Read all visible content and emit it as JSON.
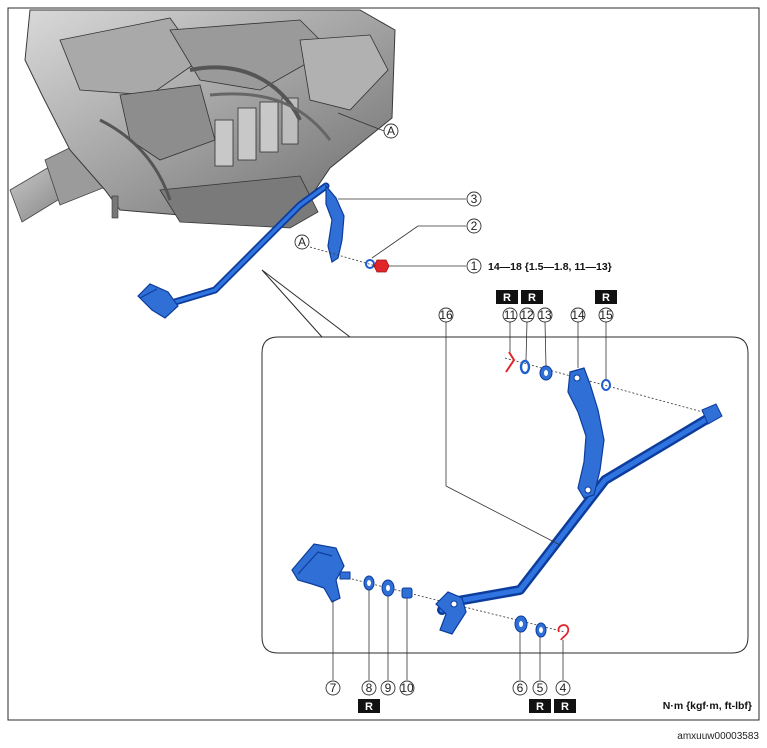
{
  "colors": {
    "part": "#1f5fd0",
    "part_dark": "#0d3d9c",
    "fastener": "#e0262b",
    "frame": "#2b2b2b",
    "badge": "#111111",
    "engine": "#8a8a8a"
  },
  "ref_point": "A",
  "callouts": [
    "1",
    "2",
    "3",
    "4",
    "5",
    "6",
    "7",
    "8",
    "9",
    "10",
    "11",
    "12",
    "13",
    "14",
    "15",
    "16"
  ],
  "torque_spec": "14—18 {1.5—1.8, 11—13}",
  "replace_badge": "R",
  "units_note": "N·m {kgf·m, ft-lbf}",
  "figure_code": "amxuuw00003583"
}
